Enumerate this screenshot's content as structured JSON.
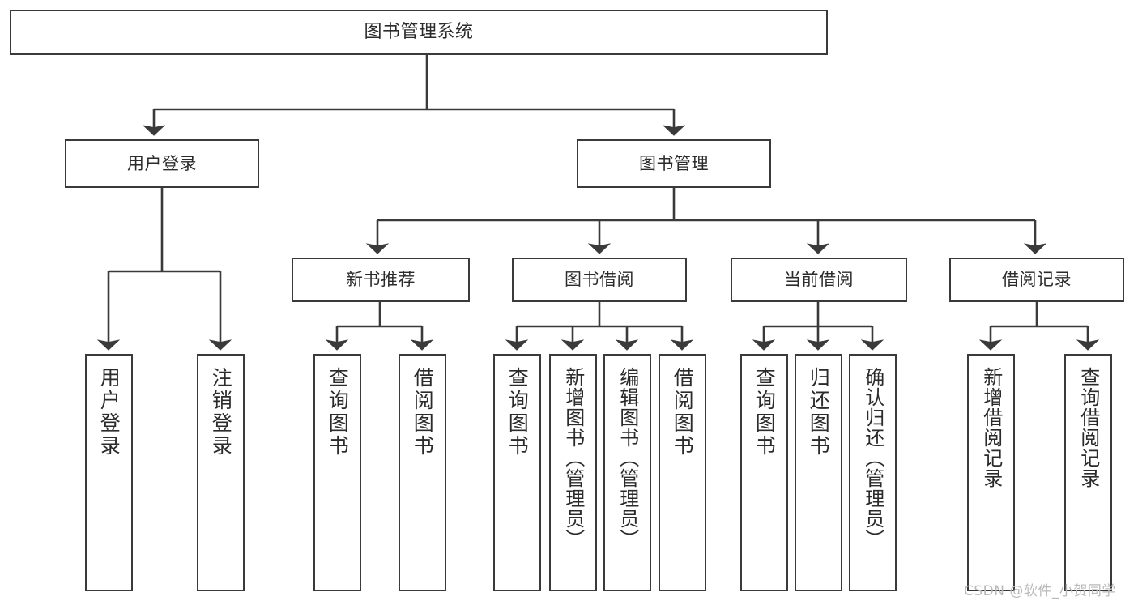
{
  "diagram": {
    "title": "图书管理系统",
    "type": "tree-hierarchy-chart",
    "stroke_color": "#3a3a3a",
    "text_color": "#2b2b2b",
    "background_color": "#ffffff",
    "root": {
      "label": "图书管理系统"
    },
    "level2": [
      {
        "label": "用户登录"
      },
      {
        "label": "图书管理"
      }
    ],
    "level3": [
      {
        "label": "新书推荐"
      },
      {
        "label": "图书借阅"
      },
      {
        "label": "当前借阅"
      },
      {
        "label": "借阅记录"
      }
    ],
    "leaves": {
      "user_login": [
        {
          "label": "用户登录"
        },
        {
          "label": "注销登录"
        }
      ],
      "new_book_recommend": [
        {
          "label": "查询图书"
        },
        {
          "label": "借阅图书"
        }
      ],
      "book_borrow": [
        {
          "label": "查询图书"
        },
        {
          "label": "新增图书（管理员）"
        },
        {
          "label": "编辑图书（管理员）"
        },
        {
          "label": "借阅图书"
        }
      ],
      "current_borrow": [
        {
          "label": "查询图书"
        },
        {
          "label": "归还图书"
        },
        {
          "label": "确认归还（管理员）"
        }
      ],
      "borrow_record": [
        {
          "label": "新增借阅记录"
        },
        {
          "label": "查询借阅记录"
        }
      ]
    }
  },
  "watermark": {
    "text": "CSDN @软件_小贺同学"
  }
}
